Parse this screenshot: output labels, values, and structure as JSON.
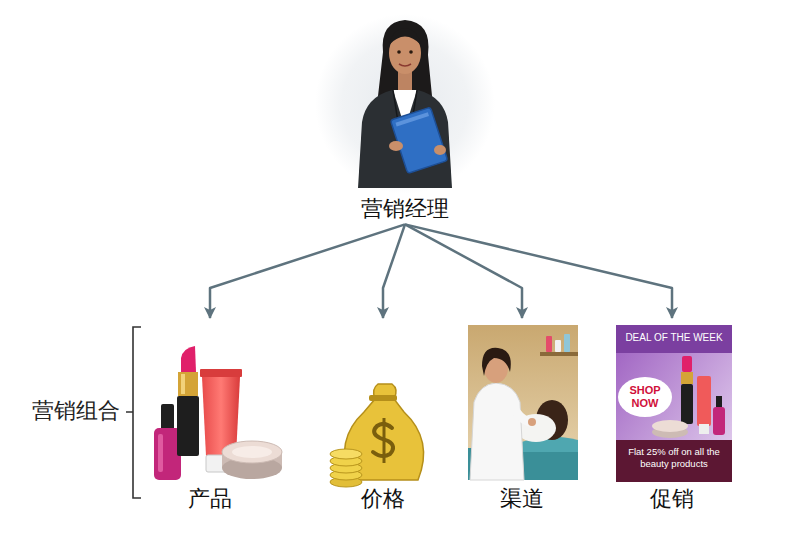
{
  "diagram": {
    "nodes": [
      {
        "text": [
          "营销经理"
        ]
      },
      {
        "text": [
          "产品"
        ]
      },
      {
        "text": [
          "价格"
        ]
      },
      {
        "text": [
          "渠道"
        ]
      },
      {
        "text": [
          "促销"
        ]
      }
    ],
    "edges": [
      {
        "from": 0,
        "to": 1,
        "arrow": "to"
      },
      {
        "from": 0,
        "to": 2,
        "arrow": "to"
      },
      {
        "from": 0,
        "to": 3,
        "arrow": "to"
      },
      {
        "from": 0,
        "to": 4,
        "arrow": "to"
      }
    ],
    "labels": [
      "营销组合",
      "DEAL OF THE WEEK",
      "SHOP NOW",
      "Flat 25% off on all the beauty products"
    ]
  }
}
